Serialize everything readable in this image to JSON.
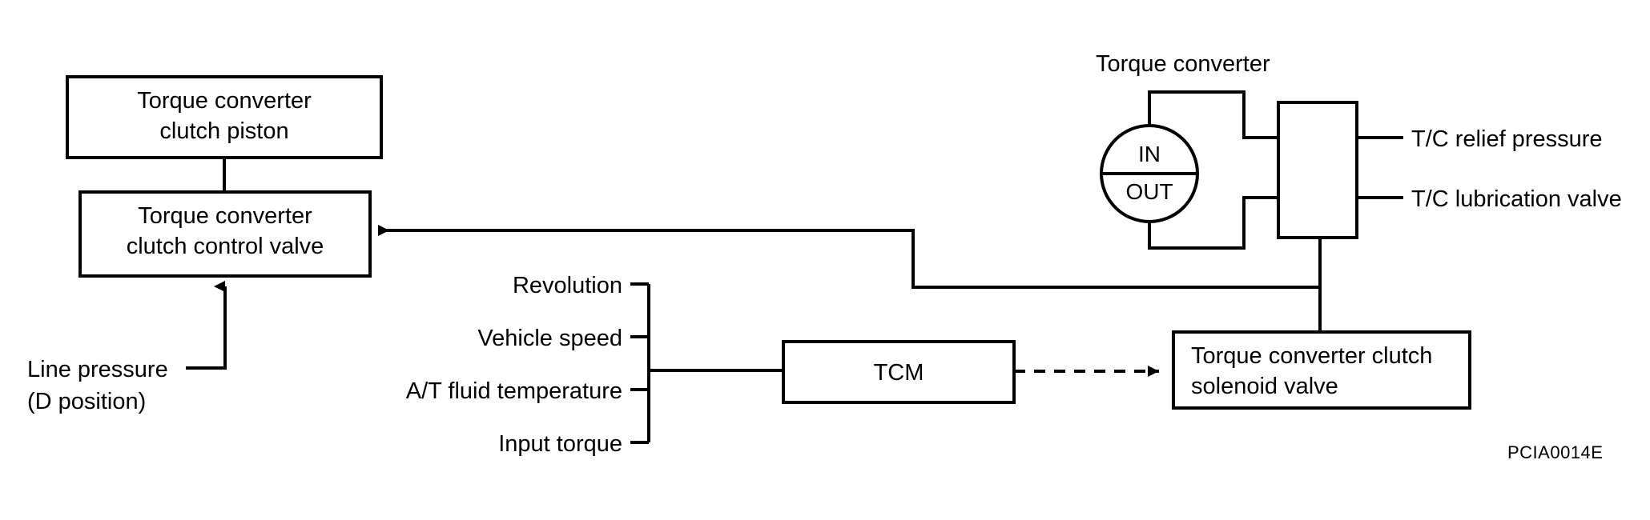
{
  "diagram": {
    "reference_code": "PCIA0014E",
    "stroke_color": "#000000",
    "background_color": "#ffffff"
  },
  "boxes": {
    "clutch_piston": "Torque converter\nclutch piston",
    "clutch_control_valve": "Torque converter\nclutch control valve",
    "tcm": "TCM",
    "solenoid_valve": "Torque converter clutch\nsolenoid valve",
    "relief_valve_body": ""
  },
  "torque_converter": {
    "heading": "Torque converter",
    "circle_top_label": "IN",
    "circle_bottom_label": "OUT"
  },
  "output_labels": [
    {
      "text": "T/C relief pressure"
    },
    {
      "text": "T/C lubrication valve"
    }
  ],
  "input_labels": [
    {
      "text": "Revolution"
    },
    {
      "text": "Vehicle speed"
    },
    {
      "text": "A/T fluid temperature"
    },
    {
      "text": "Input torque"
    }
  ],
  "line_pressure": {
    "line1": "Line pressure",
    "line2": "(D position)"
  }
}
